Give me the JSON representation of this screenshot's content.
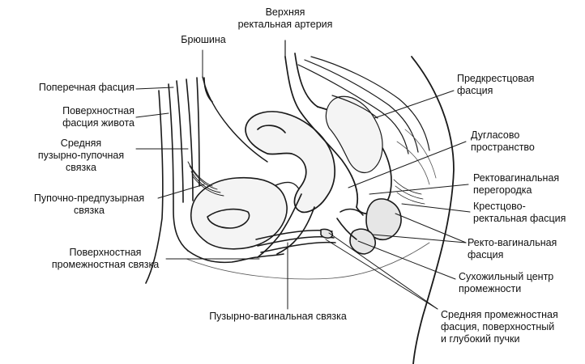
{
  "labels": {
    "peritoneum": [
      "Брюшина"
    ],
    "sup_rectal_artery": [
      "Верхняя",
      "ректальная артерия"
    ],
    "transversal_fascia": [
      "Поперечная фасция"
    ],
    "superficial_abdominal_fascia": [
      "Поверхностная",
      "фасция живота"
    ],
    "median_umbilical_ligament": [
      "Средняя",
      "пузырно-пупочная",
      "связка"
    ],
    "umbilicovesical_ligament": [
      "Пупочно-предпузырная",
      "связка"
    ],
    "superficial_perineal_ligament": [
      "Поверхностная",
      "промежностная связка"
    ],
    "vesicovaginal_ligament": [
      "Пузырно-вагинальная связка"
    ],
    "presacral_fascia": [
      "Предкрестцовая",
      "фасция"
    ],
    "douglas_space": [
      "Дугласово",
      "пространство"
    ],
    "rectovaginal_septum": [
      "Ректовагинальная",
      "перегородка"
    ],
    "sacrorectal_fascia": [
      "Крестцово-",
      "ректальная фасция"
    ],
    "rectovaginal_fascia": [
      "Ректо-вагинальная",
      "фасция"
    ],
    "perineal_body": [
      "Сухожильный центр",
      "промежности"
    ],
    "middle_perineal_fascia": [
      "Средняя промежностная",
      "фасция, поверхностный",
      "и глубокий пучки"
    ]
  },
  "colors": {
    "stroke": "#1a1a1a",
    "tissue": "#f4f4f4",
    "background": "#ffffff"
  }
}
